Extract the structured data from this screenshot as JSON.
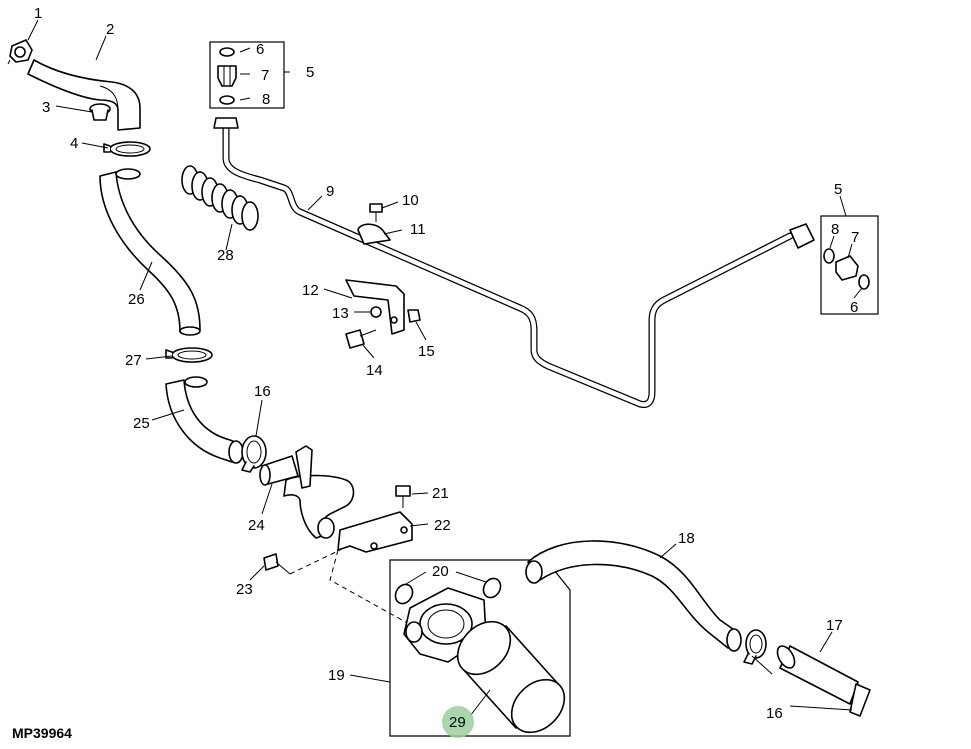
{
  "diagram": {
    "code": "MP39964",
    "highlight_color": "#9ccf9c",
    "callouts": [
      "1",
      "2",
      "3",
      "4",
      "5",
      "6",
      "7",
      "8",
      "9",
      "10",
      "11",
      "12",
      "13",
      "14",
      "15",
      "16",
      "17",
      "18",
      "19",
      "20",
      "21",
      "22",
      "23",
      "24",
      "25",
      "26",
      "27",
      "28",
      "29"
    ],
    "box5_left": {
      "label": "5",
      "items": [
        "6",
        "7",
        "8"
      ]
    },
    "box5_right": {
      "label": "5",
      "items": [
        "8",
        "7",
        "6"
      ]
    },
    "highlighted_callout": "29",
    "labels_ordered": [
      "1",
      "2",
      "3",
      "4",
      "26",
      "27",
      "25",
      "16",
      "24",
      "23",
      "28",
      "6",
      "7",
      "8",
      "5",
      "9",
      "10",
      "11",
      "12",
      "13",
      "14",
      "15",
      "21",
      "22",
      "20",
      "19",
      "29",
      "18",
      "17",
      "16",
      "5",
      "8",
      "7",
      "6"
    ]
  }
}
